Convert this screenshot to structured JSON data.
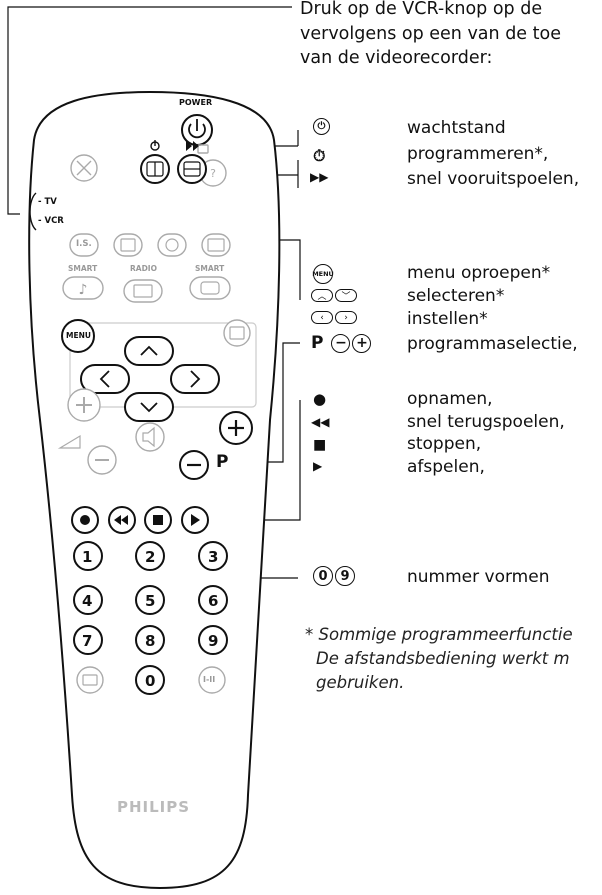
{
  "intro": {
    "line1": "Druk op de VCR-knop op de",
    "line2": "vervolgens op een van de toe",
    "line3": "van de videorecorder:"
  },
  "remote": {
    "power_label": "POWER",
    "tv_label": "- TV",
    "vcr_label": "- VCR",
    "is_label": "I.S.",
    "smart_left_label": "SMART",
    "radio_label": "RADIO",
    "smart_right_label": "SMART",
    "menu_label": "MENU",
    "p_label": "P",
    "brand": "PHILIPS",
    "num_keys": [
      "1",
      "2",
      "3",
      "4",
      "5",
      "6",
      "7",
      "8",
      "9",
      "0"
    ],
    "ii_label": "I-II"
  },
  "legend": {
    "standby": "wachtstand",
    "program": "programmeren*,",
    "ffwd": "snel vooruitspoelen,",
    "menu": "menu oproepen*",
    "select": "selecteren*",
    "adjust": "instellen*",
    "p_letter": "P",
    "progsel": "programmaselectie,",
    "record": "opnamen,",
    "rewind": "snel terugspoelen,",
    "stop": "stoppen,",
    "play": "afspelen,",
    "num0": "0",
    "num9": "9",
    "numbers": "nummer vormen",
    "menu_icon_label": "MENU"
  },
  "footnote": {
    "line1": "* Sommige programmeerfunctie",
    "line2": "De afstandsbediening werkt m",
    "line3": "gebruiken."
  }
}
